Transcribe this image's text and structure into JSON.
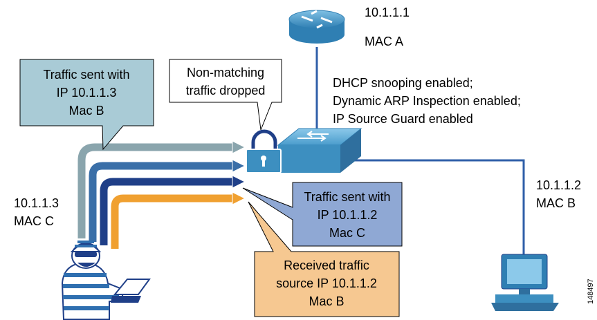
{
  "router": {
    "ip": "10.1.1.1",
    "mac": "MAC A"
  },
  "switch_features": [
    "DHCP snooping enabled;",
    "Dynamic ARP Inspection enabled;",
    "IP Source Guard enabled"
  ],
  "attacker": {
    "ip": "10.1.1.3",
    "mac": "MAC C"
  },
  "pc": {
    "ip": "10.1.1.2",
    "mac": "MAC B"
  },
  "callouts": {
    "sent_b": [
      "Traffic sent with",
      "IP 10.1.1.3",
      "Mac B"
    ],
    "dropped": [
      "Non-matching",
      "traffic dropped"
    ],
    "sent_c": [
      "Traffic sent with",
      "IP  10.1.1.2",
      "Mac C"
    ],
    "received": [
      "Received traffic",
      "source IP 10.1.1.2",
      "Mac B"
    ]
  },
  "figure_id": "148497",
  "colors": {
    "router": "#3d8fc0",
    "switch": "#3d8fc0",
    "link": "#2f5fa8",
    "arrow_gray": "#8aa5ad",
    "arrow_mid": "#3a6fa8",
    "arrow_dark": "#1f3f88",
    "arrow_orange": "#f0a030",
    "callout_b": "#a9cbd6",
    "callout_c": "#8fa8d4",
    "callout_received": "#f6c891"
  }
}
